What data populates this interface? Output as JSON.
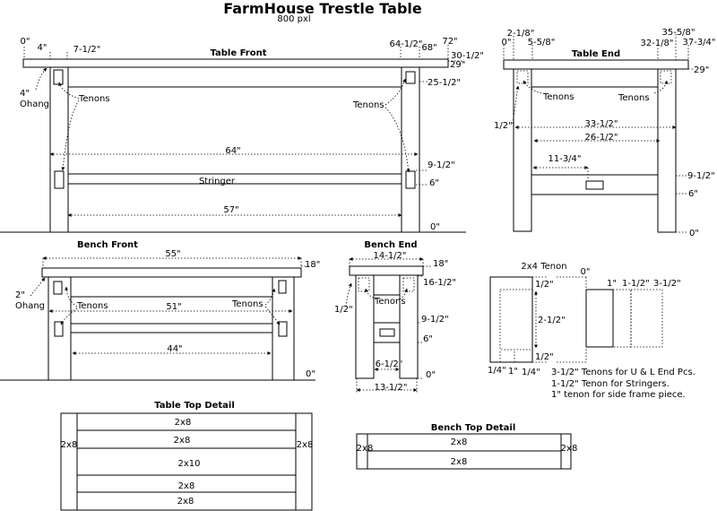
{
  "header": {
    "title": "FarmHouse Trestle Table",
    "width_note": "800 pxl"
  },
  "table_front": {
    "heading": "Table Front",
    "dim_0": "0\"",
    "dim_4": "4\"",
    "dim_7_5": "7-1/2\"",
    "dim_64_5": "64-1/2\"",
    "dim_68": "68\"",
    "dim_72": "72\"",
    "dim_30_5": "30-1/2\"",
    "dim_29": "29\"",
    "dim_25_5": "25-1/2\"",
    "ohang_num": "4\"",
    "ohang_word": "Ohang",
    "tenons_left": "Tenons",
    "tenons_right": "Tenons",
    "dim_64": "64\"",
    "dim_9_5": "9-1/2\"",
    "dim_6": "6\"",
    "stringer": "Stringer",
    "dim_57": "57\"",
    "dim_0_bottom": "0\""
  },
  "table_end": {
    "heading": "Table End",
    "dim_2_125": "2-1/8\"",
    "dim_0": "0\"",
    "dim_5_625": "5-5/8\"",
    "dim_35_625": "35-5/8\"",
    "dim_32_125": "32-1/8\"",
    "dim_37_75": "37-3/4\"",
    "dim_29": "29\"",
    "tenons_left": "Tenons",
    "tenons_right": "Tenons",
    "dim_half": "1/2\"",
    "dim_33_5": "33-1/2\"",
    "dim_26_5": "26-1/2\"",
    "dim_11_75": "11-3/4\"",
    "dim_9_5": "9-1/2\"",
    "dim_6": "6\"",
    "dim_0_bottom": "0\""
  },
  "bench_front": {
    "heading": "Bench Front",
    "dim_55": "55\"",
    "dim_18": "18\"",
    "ohang_num": "2\"",
    "ohang_word": "Ohang",
    "tenons_left": "Tenons",
    "tenons_right": "Tenons",
    "dim_51": "51\"",
    "dim_44": "44\"",
    "dim_0": "0\""
  },
  "bench_end": {
    "heading": "Bench End",
    "dim_14_5": "14-1/2\"",
    "dim_18": "18\"",
    "dim_16_5": "16-1/2\"",
    "dim_half": "1/2\"",
    "tenons": "Tenons",
    "dim_9_5": "9-1/2\"",
    "dim_6": "6\"",
    "dim_6_5": "6-1/2\"",
    "dim_0": "0\"",
    "dim_13_5": "13-1/2\""
  },
  "tenon_detail": {
    "heading": "2x4 Tenon",
    "dim_0": "0\"",
    "dim_half_top": "1/2\"",
    "dim_2_5": "2-1/2\"",
    "dim_half_bottom": "1/2\"",
    "dim_quarter_left": "1/4\"",
    "dim_1": "1\"",
    "dim_quarter_right": "1/4\"",
    "dim_1_top": "1\"",
    "dim_1_5": "1-1/2\"",
    "dim_3_5": "3-1/2\"",
    "note_1": "3-1/2\" Tenons for U & L End Pcs.",
    "note_2": "1-1/2\" Tenon for Stringers.",
    "note_3": "1\" tenon for side  frame piece."
  },
  "table_top": {
    "heading": "Table Top Detail",
    "boards": [
      "2x8",
      "2x8",
      "2x10",
      "2x8",
      "2x8"
    ],
    "left_end": "2x8",
    "right_end": "2x8"
  },
  "bench_top": {
    "heading": "Bench Top Detail",
    "boards": [
      "2x8",
      "2x8"
    ],
    "left_end": "2x8",
    "right_end": "2x8"
  }
}
